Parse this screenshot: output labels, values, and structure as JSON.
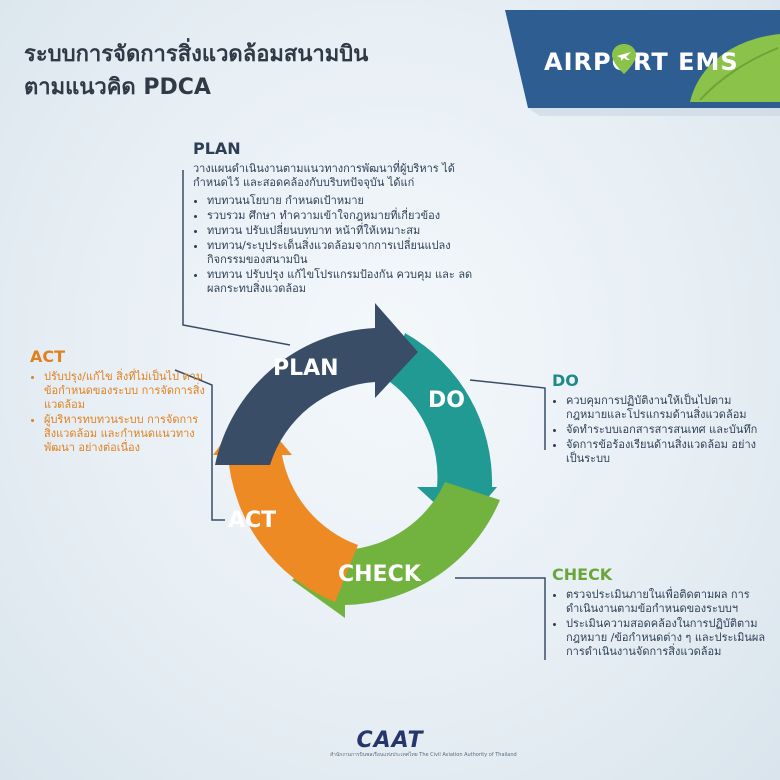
{
  "title": {
    "line1": "ระบบการจัดการสิ่งแวดล้อมสนามบิน",
    "line2": "ตามแนวคิด PDCA"
  },
  "brand": {
    "name": "AIRPORT EMS"
  },
  "colors": {
    "plan": "#3a4d66",
    "do": "#229a94",
    "check": "#72b23f",
    "act": "#ee8a24",
    "banner": "#2e5d92",
    "leaf": "#8bc34a"
  },
  "cycle": {
    "plan_label": "PLAN",
    "do_label": "DO",
    "check_label": "CHECK",
    "act_label": "ACT"
  },
  "plan": {
    "heading": "PLAN",
    "intro": "วางแผนดำเนินงานตามแนวทางการพัฒนาที่ผู้บริหาร ได้กำหนดไว้ และสอดคล้องกับบริบทปัจจุบัน ได้แก่",
    "items": [
      "ทบทวนนโยบาย กำหนดเป้าหมาย",
      "รวบรวม ศึกษา ทำความเข้าใจกฎหมายที่เกี่ยวข้อง",
      "ทบทวน ปรับเปลี่ยนบทบาท หน้าที่ให้เหมาะสม",
      "ทบทวน/ระบุประเด็นสิ่งแวดล้อมจากการเปลี่ยนแปลง กิจกรรมของสนามบิน",
      "ทบทวน ปรับปรุง แก้ไขโปรแกรมป้องกัน ควบคุม และ ลดผลกระทบสิ่งแวดล้อม"
    ]
  },
  "do": {
    "heading": "DO",
    "items": [
      "ควบคุมการปฏิบัติงานให้เป็นไปตาม กฎหมายและโปรแกรมด้านสิ่งแวดล้อม",
      "จัดทำระบบเอกสารสารสนเทศ และบันทึก",
      "จัดการข้อร้องเรียนด้านสิ่งแวดล้อม อย่างเป็นระบบ"
    ]
  },
  "check": {
    "heading": "CHECK",
    "items": [
      "ตรวจประเมินภายในเพื่อติดตามผล การดำเนินงานตามข้อกำหนดของระบบฯ",
      "ประเมินความสอดคล้องในการปฏิบัติตาม กฎหมาย /ข้อกำหนดต่าง ๆ และประเมินผล การดำเนินงานจัดการสิ่งแวดล้อม"
    ]
  },
  "act": {
    "heading": "ACT",
    "items": [
      "ปรับปรุง/แก้ไข สิ่งที่ไม่เป็นไป ตามข้อกำหนดของระบบ การจัดการสิ่งแวดล้อม",
      "ผู้บริหารทบทวนระบบ การจัดการสิ่งแวดล้อม และกำหนดแนวทางพัฒนา อย่างต่อเนื่อง"
    ]
  },
  "footer": {
    "logo": "CAAT",
    "subtitle": "สำนักงานการบินพลเรือนแห่งประเทศไทย The Civil Aviation Authority of Thailand"
  }
}
